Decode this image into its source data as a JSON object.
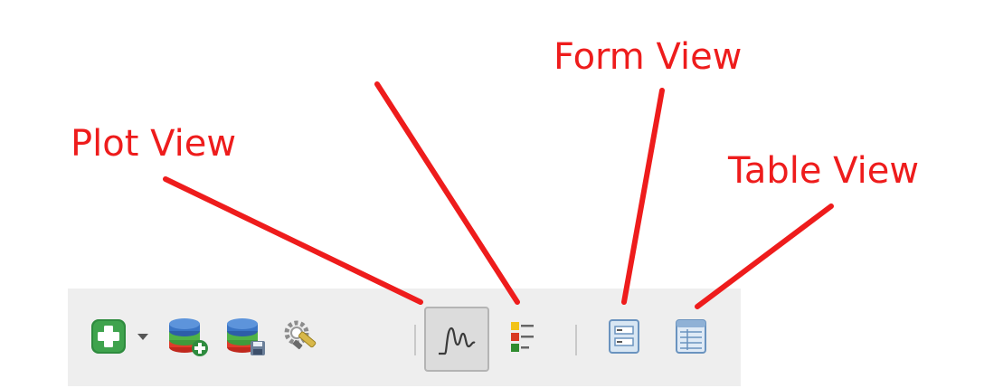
{
  "annotations": {
    "plot_view": "Plot View",
    "form_view": "Form View",
    "table_view": "Table View"
  },
  "colors": {
    "annotation": "#ee1c1c",
    "toolbar_bg": "#eeeeee"
  },
  "toolbar": {
    "buttons": [
      {
        "icon": "add-green-plus-icon"
      },
      {
        "icon": "dropdown-arrow-icon"
      },
      {
        "icon": "database-add-icon"
      },
      {
        "icon": "database-save-icon"
      },
      {
        "icon": "tools-settings-icon"
      },
      {
        "icon": "plot-view-icon",
        "active": true
      },
      {
        "icon": "legend-list-icon"
      },
      {
        "icon": "form-view-icon"
      },
      {
        "icon": "table-view-icon"
      }
    ]
  }
}
